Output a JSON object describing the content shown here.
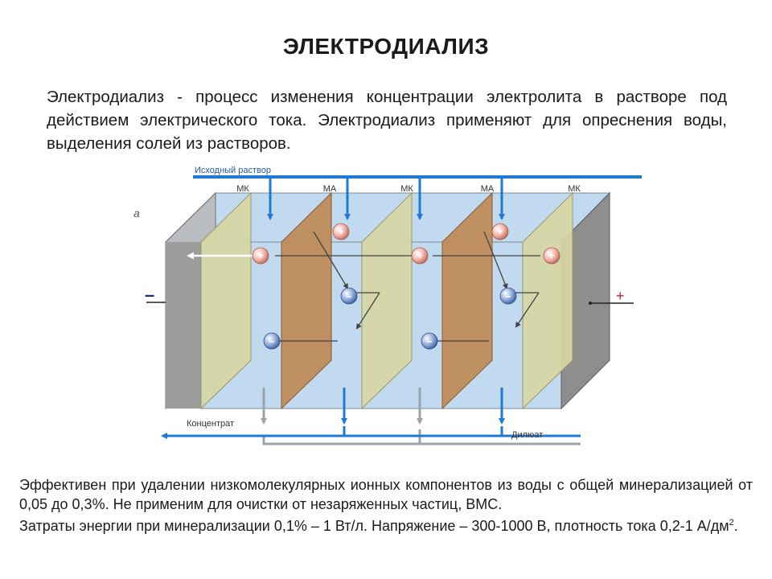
{
  "title": "ЭЛЕКТРОДИАЛИЗ",
  "intro": "Электродиализ - процесс изменения концентрации электролита в растворе под действием электрического тока. Электродиализ применяют для опреснения воды, выделения солей из растворов.",
  "diagram": {
    "panel_letter": "а",
    "feed_label": "Исходный раствор",
    "membranes": [
      "МК",
      "МА",
      "МК",
      "МА",
      "МК"
    ],
    "minus_sign": "–",
    "plus_sign": "+",
    "cation_sign": "+",
    "anion_sign": "–",
    "concentrate_label": "Концентрат",
    "diluate_label": "Дилюат",
    "colors": {
      "solution": "#c2daf0",
      "cation_membrane": "#d7d6a4",
      "anion_membrane": "#bf8a56",
      "electrode": "#8e8e8e",
      "flow_blue": "#1f7ad6",
      "flow_gray": "#9aa3ad"
    }
  },
  "footer": {
    "p1": "Эффективен при удалении низкомолекулярных ионных компонентов из воды с общей минерализацией от 0,05 до 0,3%. Не применим для очистки от незаряженных частиц, ВМС.",
    "p2": "Затраты энергии при минерализации 0,1% – 1 Вт/л. Напряжение – 300-1000 В, плотность тока 0,2-1 А/дм",
    "p2_sup": "2",
    "p2_end": "."
  }
}
